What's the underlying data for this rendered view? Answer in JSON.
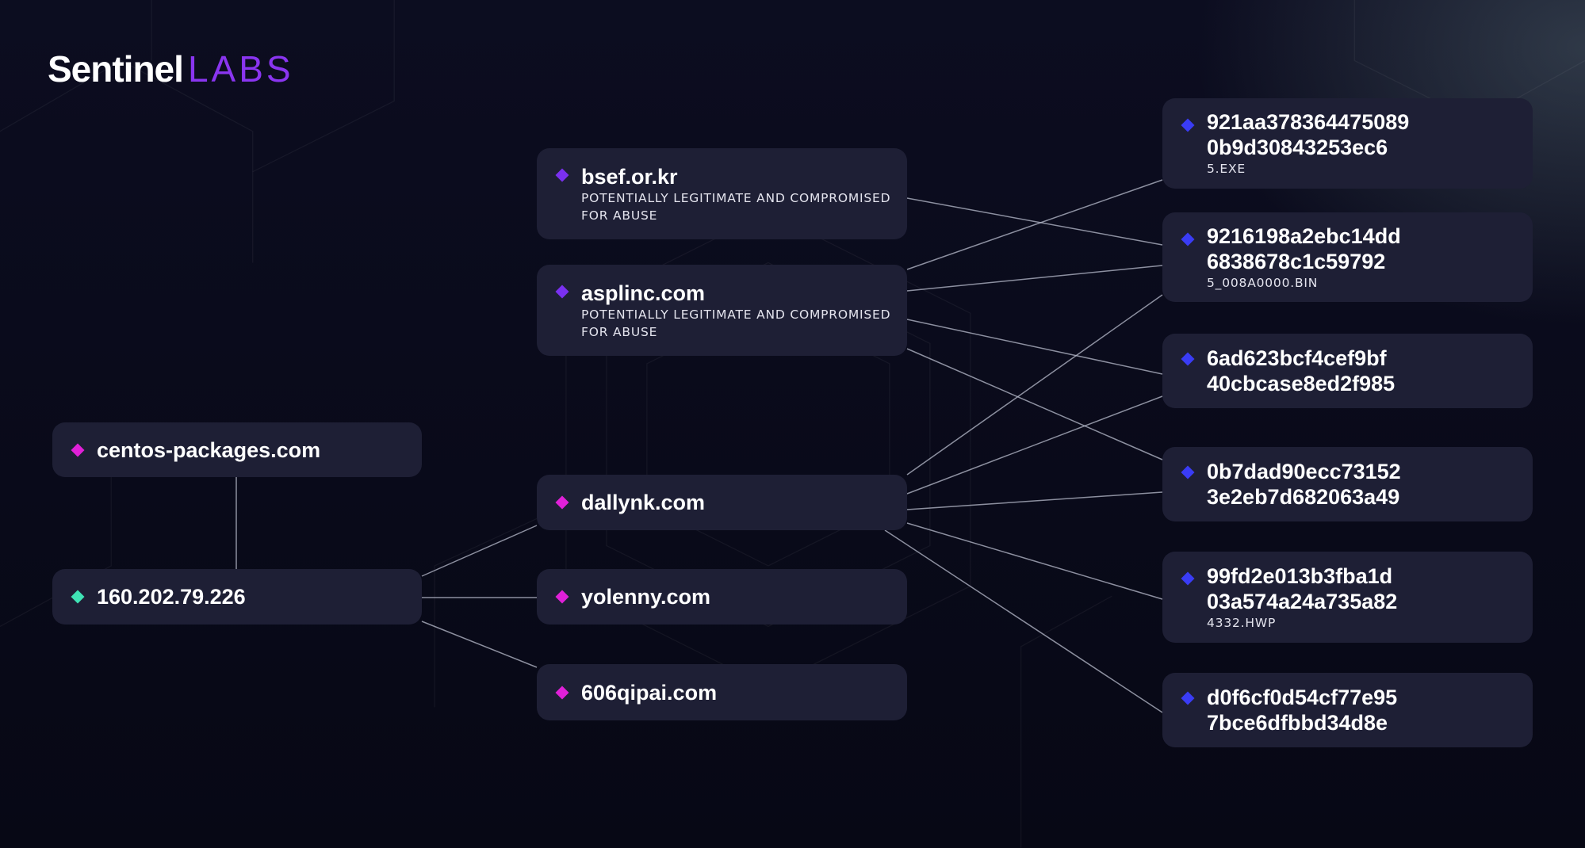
{
  "logo": {
    "part1": "Sentinel",
    "part2": "LABS"
  },
  "colors": {
    "domain": "#e020d8",
    "ip": "#3fe3b5",
    "hash": "#3a3cf5",
    "legit": "#7a30f0"
  },
  "nodes": [
    {
      "id": "centos",
      "label": "centos-packages.com",
      "kind": "domain"
    },
    {
      "id": "ip",
      "label": "160.202.79.226",
      "kind": "ip"
    },
    {
      "id": "bsef",
      "label": "bsef.or.kr",
      "sub": "POTENTIALLY LEGITIMATE AND COMPROMISED FOR ABUSE",
      "kind": "legit"
    },
    {
      "id": "asplinc",
      "label": "asplinc.com",
      "sub": "POTENTIALLY LEGITIMATE AND COMPROMISED FOR ABUSE",
      "kind": "legit"
    },
    {
      "id": "dallynk",
      "label": "dallynk.com",
      "kind": "domain"
    },
    {
      "id": "yolenny",
      "label": "yolenny.com",
      "kind": "domain"
    },
    {
      "id": "qipai",
      "label": "606qipai.com",
      "kind": "domain"
    },
    {
      "id": "h1",
      "line1": "921aa378364475089",
      "line2": "0b9d30843253ec6",
      "sub": "5.EXE",
      "kind": "hash"
    },
    {
      "id": "h2",
      "line1": "9216198a2ebc14dd",
      "line2": "6838678c1c59792",
      "sub": "5_008A0000.BIN",
      "kind": "hash"
    },
    {
      "id": "h3",
      "line1": "6ad623bcf4cef9bf",
      "line2": "40cbcase8ed2f985",
      "kind": "hash"
    },
    {
      "id": "h4",
      "line1": "0b7dad90ecc73152",
      "line2": "3e2eb7d682063a49",
      "kind": "hash"
    },
    {
      "id": "h5",
      "line1": "99fd2e013b3fba1d",
      "line2": "03a574a24a735a82",
      "sub": "4332.HWP",
      "kind": "hash"
    },
    {
      "id": "h6",
      "line1": "d0f6cf0d54cf77e95",
      "line2": "7bce6dfbbd34d8e",
      "kind": "hash"
    }
  ],
  "edges": [
    [
      "centos",
      "ip"
    ],
    [
      "ip",
      "dallynk"
    ],
    [
      "ip",
      "yolenny"
    ],
    [
      "ip",
      "qipai"
    ],
    [
      "bsef",
      "h2"
    ],
    [
      "asplinc",
      "h1"
    ],
    [
      "asplinc",
      "h2"
    ],
    [
      "asplinc",
      "h3"
    ],
    [
      "asplinc",
      "h4"
    ],
    [
      "dallynk",
      "h2"
    ],
    [
      "dallynk",
      "h3"
    ],
    [
      "dallynk",
      "h4"
    ],
    [
      "dallynk",
      "h5"
    ],
    [
      "dallynk",
      "h6"
    ]
  ]
}
